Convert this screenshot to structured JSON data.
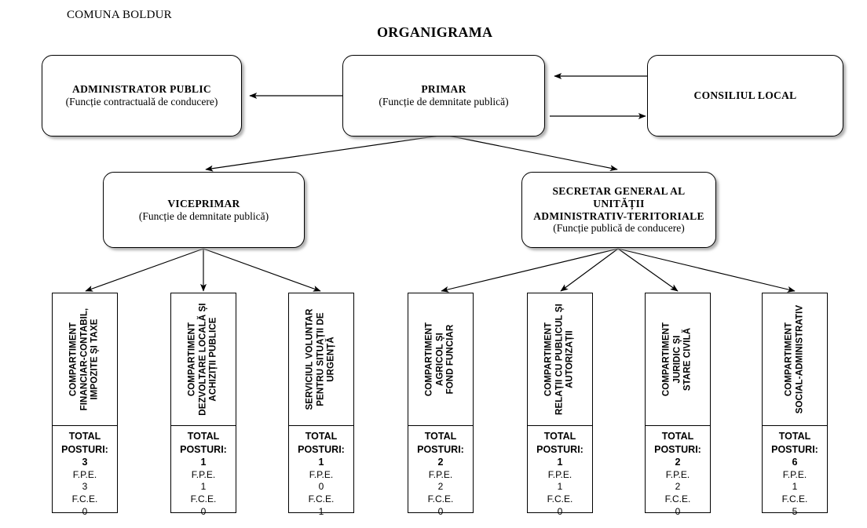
{
  "header": {
    "org_name": "COMUNA BOLDUR",
    "title": "ORGANIGRAMA"
  },
  "nodes": {
    "administrator_public": {
      "title": "ADMINISTRATOR PUBLIC",
      "subtitle": "(Funcție contractuală de conducere)"
    },
    "primar": {
      "title": "PRIMAR",
      "subtitle": "(Funcție de demnitate publică)"
    },
    "consiliul_local": {
      "title": "CONSILIUL LOCAL",
      "subtitle": ""
    },
    "viceprimar": {
      "title": "VICEPRIMAR",
      "subtitle": "(Funcție de demnitate publică)"
    },
    "secretar_general": {
      "title_line1": "SECRETAR GENERAL AL UNITĂȚII",
      "title_line2": "ADMINISTRATIV-TERITORIALE",
      "subtitle": "(Funcție publică de conducere)"
    }
  },
  "labels": {
    "total_line1": "TOTAL",
    "total_line2": "POSTURI:",
    "fpe": "F.P.E.",
    "fce": "F.C.E."
  },
  "departments": [
    {
      "name_lines": [
        "COMPARTIMENT",
        "FINANCIAR-CONTABIL,",
        "IMPOZITE ȘI TAXE"
      ],
      "total_posturi": "3",
      "fpe": "3",
      "fce": "0",
      "parent": "viceprimar"
    },
    {
      "name_lines": [
        "COMPARTIMENT",
        "DEZVOLTARE LOCALĂ ȘI",
        "ACHIZIȚII PUBLICE"
      ],
      "total_posturi": "1",
      "fpe": "1",
      "fce": "0",
      "parent": "viceprimar"
    },
    {
      "name_lines": [
        "SERVICIUL VOLUNTAR",
        "PENTRU SITUAȚII DE",
        "URGENȚĂ"
      ],
      "total_posturi": "1",
      "fpe": "0",
      "fce": "1",
      "parent": "viceprimar"
    },
    {
      "name_lines": [
        "COMPARTIMENT",
        "AGRICOL ȘI",
        "FOND FUNCIAR"
      ],
      "total_posturi": "2",
      "fpe": "2",
      "fce": "0",
      "parent": "secretar_general"
    },
    {
      "name_lines": [
        "COMPARTIMENT",
        "RELAȚII CU PUBLICUL ȘI",
        "AUTORIZAȚII"
      ],
      "total_posturi": "1",
      "fpe": "1",
      "fce": "0",
      "parent": "secretar_general"
    },
    {
      "name_lines": [
        "COMPARTIMENT",
        "JURIDIC ȘI",
        "STARE CIVILĂ"
      ],
      "total_posturi": "2",
      "fpe": "2",
      "fce": "0",
      "parent": "secretar_general"
    },
    {
      "name_lines": [
        "COMPARTIMENT",
        "SOCIAL-ADMINISTRATIV"
      ],
      "total_posturi": "6",
      "fpe": "1",
      "fce": "5",
      "parent": "secretar_general"
    }
  ],
  "colors": {
    "line": "#000000",
    "box_border": "#000000",
    "background": "#ffffff",
    "shadow": "#969696"
  }
}
